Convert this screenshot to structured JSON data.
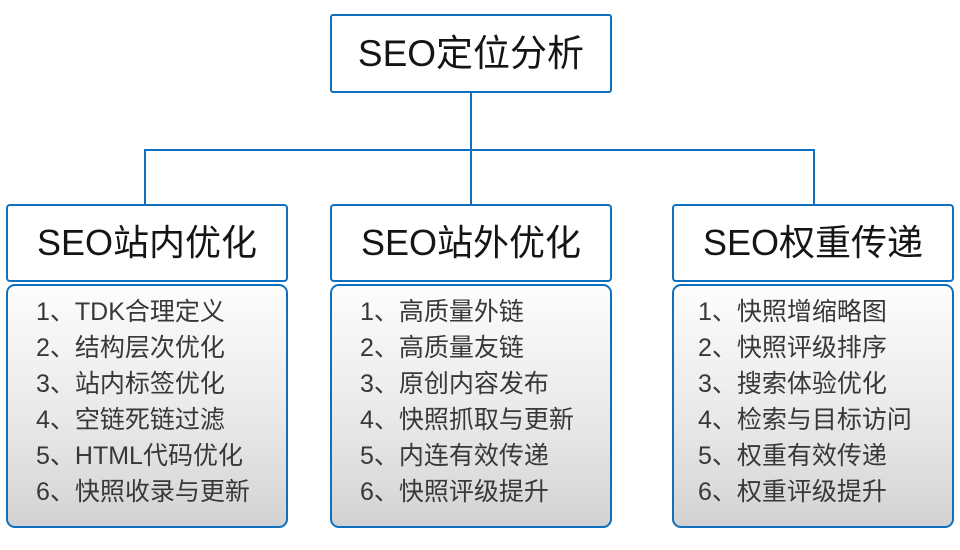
{
  "diagram": {
    "type": "org-chart",
    "root": {
      "title": "SEO定位分析"
    },
    "colors": {
      "border_blue": "#1070c0",
      "connector_blue": "#1070c0",
      "title_text": "#151515",
      "item_text": "#383838",
      "panel_gradient_top": "#fdfdfd",
      "panel_gradient_bottom": "#d2d2d2",
      "background": "#ffffff"
    },
    "branches": [
      {
        "title": "SEO站内优化",
        "items": [
          "1、TDK合理定义",
          "2、结构层次优化",
          "3、站内标签优化",
          "4、空链死链过滤",
          "5、HTML代码优化",
          "6、快照收录与更新"
        ]
      },
      {
        "title": "SEO站外优化",
        "items": [
          "1、高质量外链",
          "2、高质量友链",
          "3、原创内容发布",
          "4、快照抓取与更新",
          "5、内连有效传递",
          "6、快照评级提升"
        ]
      },
      {
        "title": "SEO权重传递",
        "items": [
          "1、快照增缩略图",
          "2、快照评级排序",
          "3、搜索体验优化",
          "4、检索与目标访问",
          "5、权重有效传递",
          "6、权重评级提升"
        ]
      }
    ]
  }
}
